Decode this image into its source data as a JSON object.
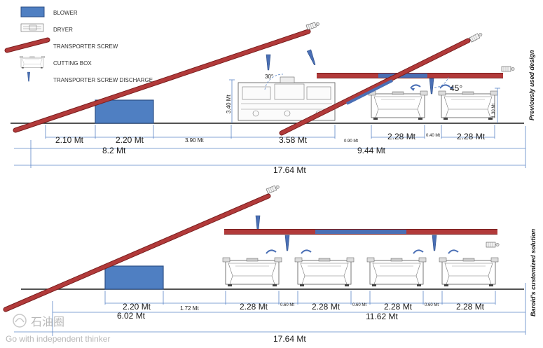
{
  "legend": {
    "blower": "BLOWER",
    "dryer": "DRYER",
    "transporter_screw": "TRANSPORTER SCREW",
    "cutting_box": "CUTTING BOX",
    "discharge": "TRANSPORTER SCREW DISCHARGE"
  },
  "colors": {
    "screw_red": "#b23a3a",
    "screw_edge": "#7a1e1e",
    "screw_blue": "#4a6fb5",
    "blower_fill": "#4f7fc2",
    "blower_edge": "#2d4f86",
    "dim_blue": "#5b86c7",
    "ground": "#1a1a1a"
  },
  "icons": {
    "dryer": "dryer-icon",
    "cutting_box": "cutting-box-icon",
    "discharge": "discharge-nozzle-icon",
    "motor": "motor-icon"
  },
  "top": {
    "side_label": "Previously used design",
    "angle_1": "30°",
    "angle_2": "45°",
    "height_dryer": "3.40 Mt",
    "height_box": "1.30 Mt",
    "dims": {
      "d_2_10": "2.10 Mt",
      "d_2_20": "2.20 Mt",
      "d_3_90": "3.90 Mt",
      "d_3_58": "3.58 Mt",
      "d_0_90": "0.90 Mt",
      "d_2_28_a": "2.28 Mt",
      "d_0_40": "0.40 Mt",
      "d_2_28_b": "2.28 Mt",
      "d_8_2": "8.2 Mt",
      "d_9_44": "9.44 Mt",
      "d_total": "17.64 Mt"
    }
  },
  "bottom": {
    "side_label": "Baroid's customized solution",
    "dims": {
      "d_2_20": "2.20 Mt",
      "d_1_72": "1.72 Mt",
      "d_2_28_a": "2.28 Mt",
      "d_0_60_a": "0.60 Mt",
      "d_2_28_b": "2.28 Mt",
      "d_0_60_b": "0.60 Mt",
      "d_2_28_c": "2.28 Mt",
      "d_0_60_c": "0.60 Mt",
      "d_2_28_d": "2.28 Mt",
      "d_6_02": "6.02 Mt",
      "d_11_62": "11.62 Mt",
      "d_total": "17.64 Mt"
    }
  },
  "watermark": {
    "cn": "石油圈",
    "en": "Go with independent thinker"
  }
}
